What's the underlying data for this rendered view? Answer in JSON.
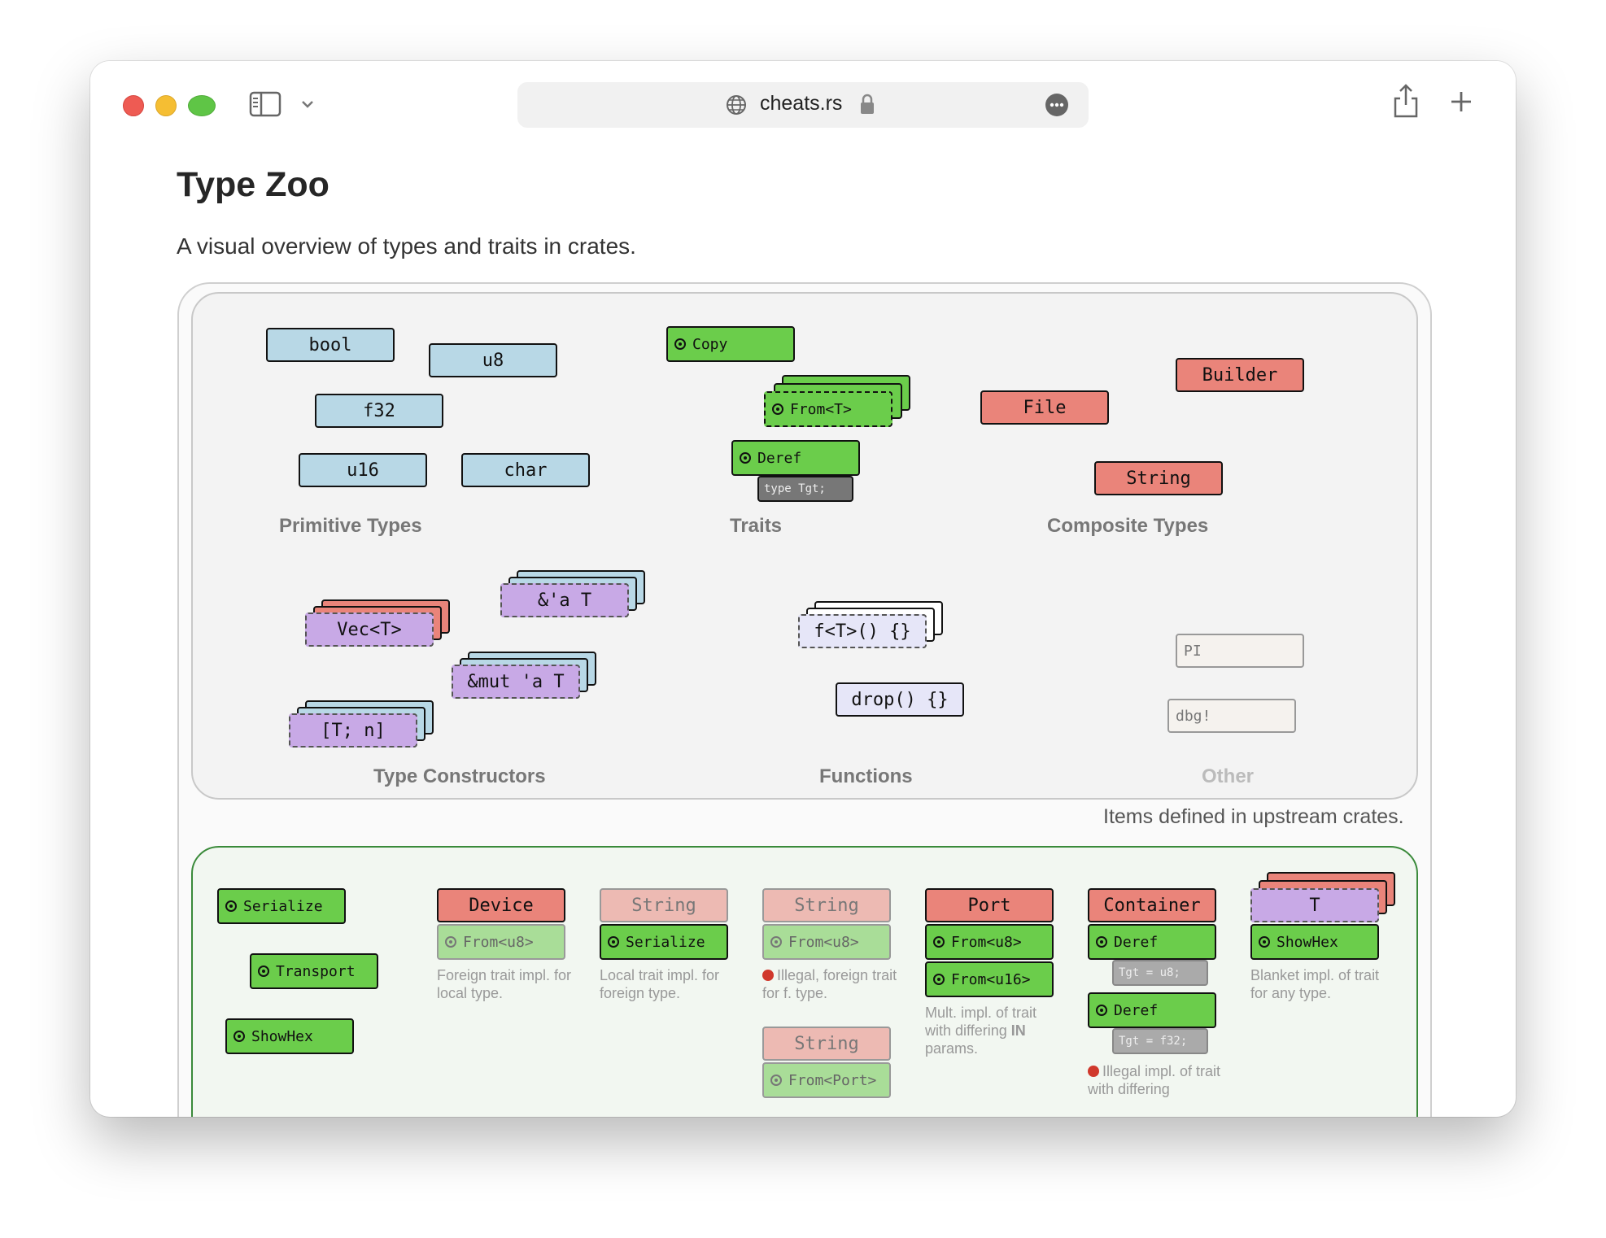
{
  "browser": {
    "url": "cheats.rs",
    "icons": [
      "sidebar-icon",
      "chevron-down-icon",
      "globe-icon",
      "lock-icon",
      "more-icon",
      "share-icon",
      "plus-icon"
    ]
  },
  "page": {
    "title": "Type Zoo",
    "subtitle": "A visual overview of types and traits in crates.",
    "upstream_note": "Items defined in upstream crates."
  },
  "upstream": {
    "primitives": [
      "bool",
      "u8",
      "f32",
      "u16",
      "char"
    ],
    "traits": {
      "copy": "Copy",
      "from": "From<T>",
      "deref": "Deref",
      "deref_assoc": "type Tgt;"
    },
    "composites": [
      "Builder",
      "File",
      "String"
    ],
    "constructors": [
      "&'a T",
      "Vec<T>",
      "&mut 'a T",
      "[T; n]"
    ],
    "functions": [
      "f<T>() {}",
      "drop() {}"
    ],
    "other": [
      "PI",
      "dbg!"
    ],
    "labels": {
      "primitive": "Primitive Types",
      "traits": "Traits",
      "composite": "Composite Types",
      "constructors": "Type Constructors",
      "functions": "Functions",
      "other": "Other"
    }
  },
  "local": {
    "traits": [
      "Serialize",
      "Transport",
      "ShowHex"
    ],
    "col1": {
      "type": "Device",
      "trait": "From<u8>",
      "caption": "Foreign trait impl. for local type."
    },
    "col2": {
      "type": "String",
      "trait": "Serialize",
      "caption": "Local trait impl. for foreign type."
    },
    "col3": {
      "type": "String",
      "trait": "From<u8>",
      "caption": "Illegal, foreign trait for f. type.",
      "type2": "String",
      "trait2": "From<Port>"
    },
    "col4": {
      "type": "Port",
      "trait1": "From<u8>",
      "trait2": "From<u16>",
      "caption_pre": "Mult. impl. of trait with differing ",
      "caption_bold": "IN",
      "caption_post": " params."
    },
    "col5": {
      "type": "Container",
      "trait": "Deref",
      "assoc1": "Tgt = u8;",
      "assoc2": "Tgt = f32;",
      "caption": "Illegal impl. of trait with differing"
    },
    "col6": {
      "type": "T",
      "trait": "ShowHex",
      "caption": "Blanket impl. of trait for any type."
    }
  },
  "colors": {
    "primitive": "#b8d8e6",
    "trait": "#6bcd4b",
    "composite": "#ea847a",
    "constructor": "#c8a9e6",
    "function": "#e6e6f8",
    "other": "#f5f2ee"
  }
}
